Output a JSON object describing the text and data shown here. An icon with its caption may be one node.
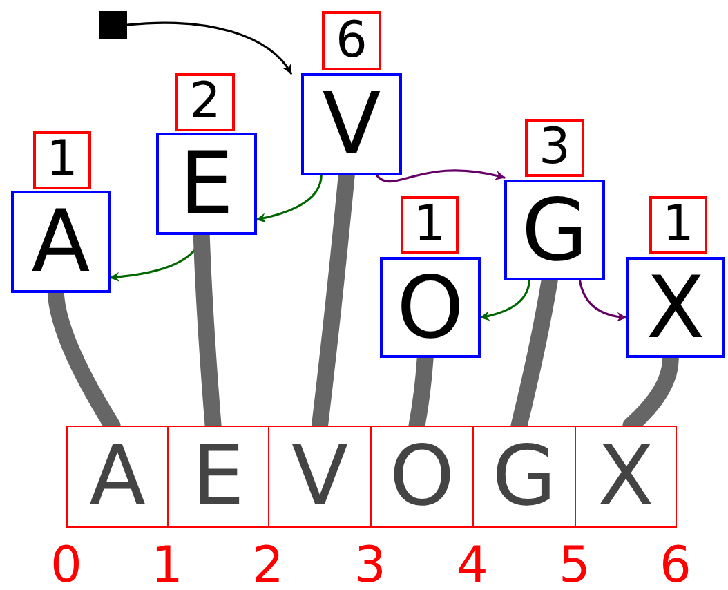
{
  "diagram": {
    "nodes": [
      {
        "text": [],
        "shape": "box"
      },
      {
        "text": [
          "1"
        ]
      },
      {
        "text": [
          "A"
        ]
      },
      {
        "text": [
          "2"
        ]
      },
      {
        "text": [
          "E"
        ]
      },
      {
        "text": [
          "6"
        ]
      },
      {
        "text": [
          "V"
        ]
      },
      {
        "text": [
          "1"
        ]
      },
      {
        "text": [
          "O"
        ]
      },
      {
        "text": [
          "3"
        ]
      },
      {
        "text": [
          "G"
        ]
      },
      {
        "text": [
          "1"
        ]
      },
      {
        "text": [
          "X"
        ]
      },
      {
        "text": [
          "A"
        ]
      },
      {
        "text": [
          "E"
        ]
      },
      {
        "text": [
          "V"
        ]
      },
      {
        "text": [
          "O"
        ]
      },
      {
        "text": [
          "G"
        ]
      },
      {
        "text": [
          "X"
        ]
      }
    ],
    "edges": [
      {
        "from": 0,
        "to": 6,
        "arrow": "to",
        "color": "#000000"
      },
      {
        "from": 6,
        "to": 4,
        "arrow": "to",
        "color": "#006600"
      },
      {
        "from": 4,
        "to": 2,
        "arrow": "to",
        "color": "#006600"
      },
      {
        "from": 6,
        "to": 10,
        "arrow": "to",
        "color": "#660066"
      },
      {
        "from": 10,
        "to": 8,
        "arrow": "to",
        "color": "#006600"
      },
      {
        "from": 10,
        "to": 12,
        "arrow": "to",
        "color": "#660066"
      },
      {
        "from": 2,
        "to": 13,
        "arrow": "none",
        "style": "thick"
      },
      {
        "from": 4,
        "to": 14,
        "arrow": "none",
        "style": "thick"
      },
      {
        "from": 6,
        "to": 15,
        "arrow": "none",
        "style": "thick"
      },
      {
        "from": 8,
        "to": 16,
        "arrow": "none",
        "style": "thick"
      },
      {
        "from": 10,
        "to": 17,
        "arrow": "none",
        "style": "thick"
      },
      {
        "from": 12,
        "to": 18,
        "arrow": "none",
        "style": "thick"
      }
    ],
    "labels": [
      "0",
      "1",
      "2",
      "3",
      "4",
      "5",
      "6"
    ]
  }
}
